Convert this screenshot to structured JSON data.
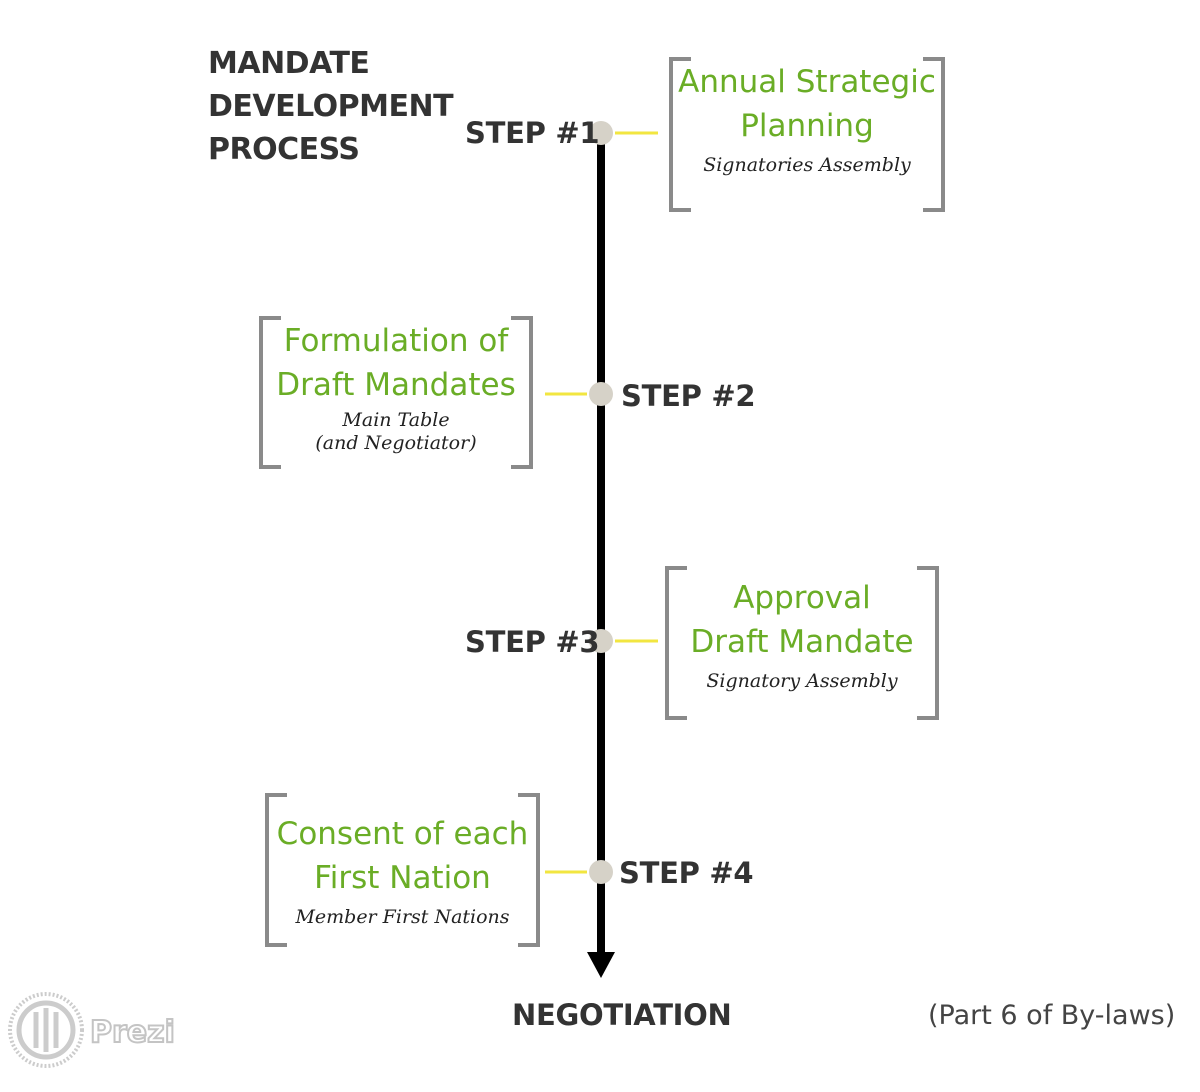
{
  "title": {
    "line1": "MANDATE",
    "line2": "DEVELOPMENT",
    "line3": "PROCESS"
  },
  "steps": [
    {
      "label": "STEP #1",
      "title_lines": [
        "Annual Strategic",
        "Planning"
      ],
      "subtitle_lines": [
        "Signatories Assembly"
      ]
    },
    {
      "label": "STEP #2",
      "title_lines": [
        "Formulation of",
        "Draft Mandates"
      ],
      "subtitle_lines": [
        "Main Table",
        "(and Negotiator)"
      ]
    },
    {
      "label": "STEP #3",
      "title_lines": [
        "Approval",
        "Draft Mandate"
      ],
      "subtitle_lines": [
        "Signatory Assembly"
      ]
    },
    {
      "label": "STEP #4",
      "title_lines": [
        "Consent of each",
        "First Nation"
      ],
      "subtitle_lines": [
        "Member First Nations"
      ]
    }
  ],
  "endpoint": "NEGOTIATION",
  "note": "(Part 6 of By-laws)",
  "logo": {
    "text": "Prezi",
    "icon": "prezi-logo-icon"
  },
  "colors": {
    "accent_green": "#6aad26",
    "connector_yellow": "#f2e640",
    "node_gray": "#d6d2c8",
    "bracket_gray": "#8a8a8a",
    "timeline_black": "#000000",
    "text_dark": "#333333"
  }
}
